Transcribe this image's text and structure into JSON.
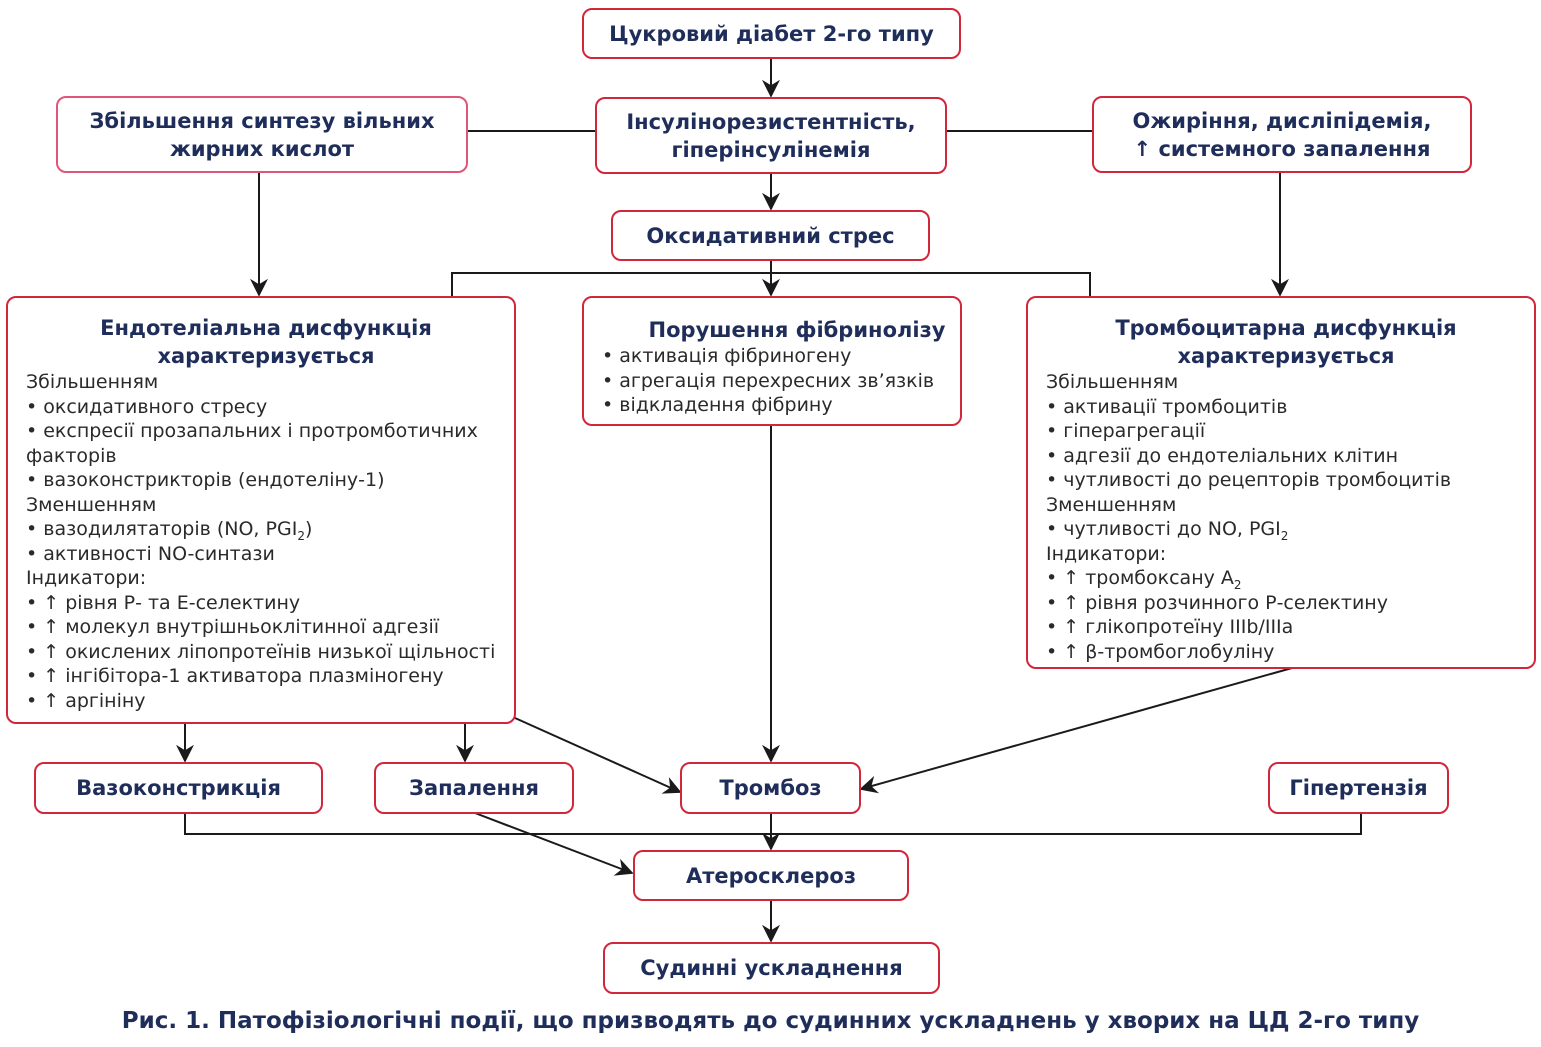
{
  "diagram": {
    "nodes": {
      "dm2": {
        "label": "Цукровий діабет 2-го типу"
      },
      "insulin": {
        "label": "Інсулінорезистентність, гіперінсулінемія",
        "lines": [
          "Інсулінорезистентність,",
          "гіперінсулінемія"
        ]
      },
      "ffa": {
        "lines": [
          "Збільшення синтезу вільних",
          "жирних кислот"
        ]
      },
      "obesity": {
        "lines": [
          "Ожиріння, дисліпідемія,",
          "↑ системного запалення"
        ]
      },
      "oxstress": {
        "label": "Оксидативний стрес"
      },
      "endothelial": {
        "title_lines": [
          "Ендотеліальна дисфункція",
          "характеризується"
        ],
        "items": [
          "Збільшенням",
          "• оксидативного стресу",
          "• експресії прозапальних і протромботичних",
          "факторів",
          "• вазоконстрикторів (ендотеліну-1)",
          "Зменшенням",
          "• вазодилятаторів (NO, PGI",
          "• активності NO-синтази",
          "Індикатори:",
          "• ↑ рівня Р- та Е-селектину",
          "• ↑ молекул внутрішньоклітинної адгезії",
          "• ↑ окислених ліпопротеїнів низької щільності",
          "• ↑ інгібітора-1 активатора плазміногену",
          "• ↑ аргініну"
        ],
        "subscripts": {
          "6": {
            "sub": "2",
            "after": ")"
          }
        }
      },
      "fibrinolysis": {
        "title": "Порушення фібринолізу",
        "items": [
          "• активація фібриногену",
          "• агрегація перехресних зв’язків",
          "• відкладення фібрину"
        ]
      },
      "platelet": {
        "title_lines": [
          "Тромбоцитарна дисфункція",
          "характеризується"
        ],
        "items": [
          "Збільшенням",
          "• активації тромбоцитів",
          "• гіперагрегації",
          "• адгезії до ендотеліальних клітин",
          "• чутливості до рецепторів тромбоцитів",
          "Зменшенням",
          "• чутливості до NO, PGI",
          "Індикатори:",
          "• ↑ тромбоксану А",
          "• ↑ рівня розчинного Р-селектину",
          "• ↑ глікопротеїну IIIb/IIIa",
          "• ↑ β-тромбоглобуліну"
        ],
        "subscripts": {
          "6": {
            "sub": "2",
            "after": ""
          },
          "8": {
            "sub": "2",
            "after": ""
          }
        }
      },
      "vasoconstriction": {
        "label": "Вазоконстрикція"
      },
      "inflammation": {
        "label": "Запалення"
      },
      "thrombosis": {
        "label": "Тромбоз"
      },
      "hypertension": {
        "label": "Гіпертензія"
      },
      "atherosclerosis": {
        "label": "Атеросклероз"
      },
      "vascular": {
        "label": "Судинні ускладнення"
      }
    },
    "edges": [
      {
        "from": "dm2",
        "to": "insulin",
        "arrow": true
      },
      {
        "from": "insulin",
        "to": "ffa",
        "arrow": false
      },
      {
        "from": "insulin",
        "to": "obesity",
        "arrow": false
      },
      {
        "from": "insulin",
        "to": "oxstress",
        "arrow": true
      },
      {
        "from": "ffa",
        "to": "endothelial",
        "arrow": true
      },
      {
        "from": "obesity",
        "to": "platelet",
        "arrow": true
      },
      {
        "from": "oxstress",
        "to": "fibrinolysis",
        "arrow": true
      },
      {
        "from": "oxstress",
        "to": "endothelial",
        "arrow": false
      },
      {
        "from": "oxstress",
        "to": "platelet",
        "arrow": false
      },
      {
        "from": "endothelial",
        "to": "vasoconstriction",
        "arrow": true
      },
      {
        "from": "endothelial",
        "to": "inflammation",
        "arrow": true
      },
      {
        "from": "endothelial",
        "to": "thrombosis",
        "arrow": true
      },
      {
        "from": "fibrinolysis",
        "to": "thrombosis",
        "arrow": true
      },
      {
        "from": "platelet",
        "to": "thrombosis",
        "arrow": true
      },
      {
        "from": "vasoconstriction",
        "to": "atherosclerosis",
        "arrow": true
      },
      {
        "from": "inflammation",
        "to": "atherosclerosis",
        "arrow": true
      },
      {
        "from": "thrombosis",
        "to": "atherosclerosis",
        "arrow": true
      },
      {
        "from": "hypertension",
        "to": "atherosclerosis",
        "arrow": true
      },
      {
        "from": "atherosclerosis",
        "to": "vascular",
        "arrow": true
      }
    ]
  },
  "caption": "Рис. 1. Патофізіологічні події, що призводять до судинних ускладнень у хворих на ЦД 2-го типу",
  "colors": {
    "border": "#d0273a",
    "border_light": "#e0567a",
    "title_text": "#1f2d5a",
    "body_text": "#2a2a2a",
    "edge": "#1a1a1a"
  }
}
